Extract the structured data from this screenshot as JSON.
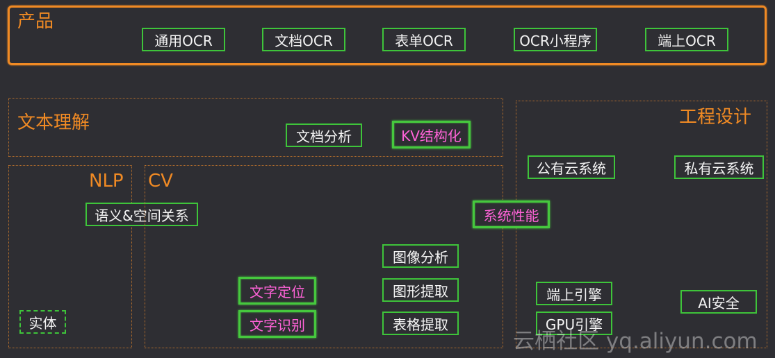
{
  "product": {
    "title": "产品",
    "items": [
      "通用OCR",
      "文档OCR",
      "表单OCR",
      "OCR小程序",
      "端上OCR"
    ]
  },
  "text_understanding": {
    "title": "文本理解",
    "items": {
      "doc_analysis": "文档分析",
      "kv": "KV结构化"
    }
  },
  "nlp": {
    "title": "NLP",
    "entity": "实体",
    "semantic_spatial": "语义&空间关系"
  },
  "cv": {
    "title": "CV",
    "items": {
      "image_analysis": "图像分析",
      "shape_extract": "图形提取",
      "table_extract": "表格提取",
      "text_locate": "文字定位",
      "text_recognize": "文字识别"
    }
  },
  "engineering": {
    "title": "工程设计",
    "items": {
      "public_cloud": "公有云系统",
      "private_cloud": "私有云系统",
      "system_perf": "系统性能",
      "edge_engine": "端上引擎",
      "gpu_engine": "GPU引擎",
      "ai_security": "AI安全"
    }
  },
  "watermark": "云栖社区 yq.aliyun.com",
  "colors": {
    "background": "#2e2e33",
    "accent": "#f08a24",
    "box_border": "#3ec43a",
    "highlight_text": "#ff63d8"
  }
}
